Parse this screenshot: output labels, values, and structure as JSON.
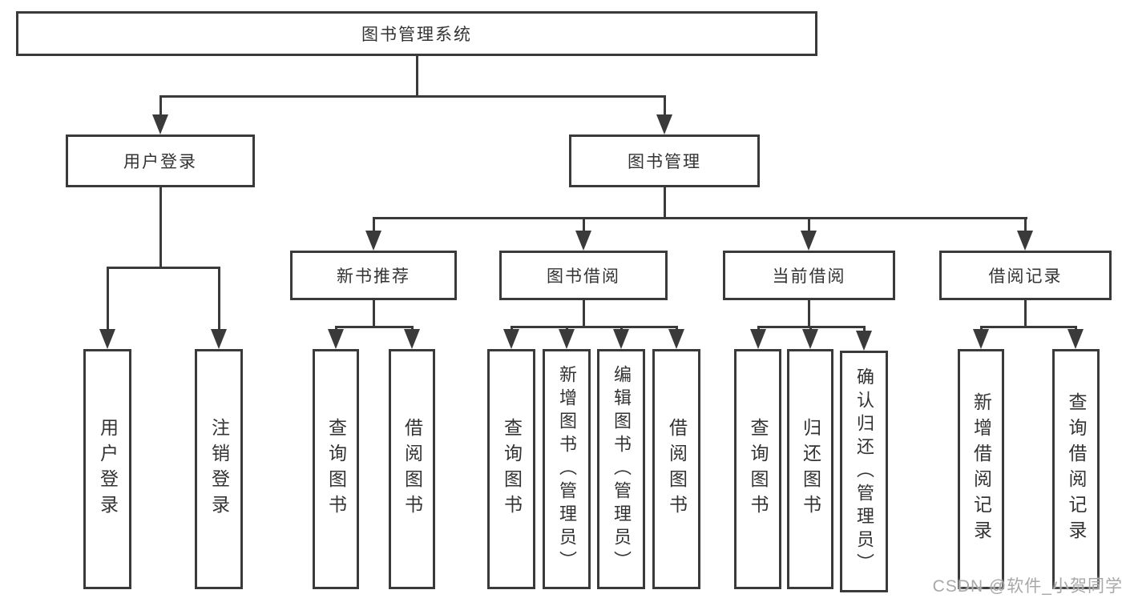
{
  "nodes": {
    "root": "图书管理系统",
    "user_login": "用户登录",
    "book_mgmt": "图书管理",
    "new_book_rec": "新书推荐",
    "book_borrow": "图书借阅",
    "current_borrow": "当前借阅",
    "borrow_records": "借阅记录",
    "leaf_user_login": "用户登录",
    "leaf_logout": "注销登录",
    "leaf_nbr_query": "查询图书",
    "leaf_nbr_borrow": "借阅图书",
    "leaf_bb_query": "查询图书",
    "leaf_bb_add": "新增图书（管理员）",
    "leaf_bb_edit": "编辑图书（管理员）",
    "leaf_bb_borrow": "借阅图书",
    "leaf_cb_query": "查询图书",
    "leaf_cb_return": "归还图书",
    "leaf_cb_confirm": "确认归还（管理员）",
    "leaf_br_add": "新增借阅记录",
    "leaf_br_query": "查询借阅记录"
  },
  "edges": [
    [
      "root",
      "user_login"
    ],
    [
      "root",
      "book_mgmt"
    ],
    [
      "user_login",
      "leaf_user_login"
    ],
    [
      "user_login",
      "leaf_logout"
    ],
    [
      "book_mgmt",
      "new_book_rec"
    ],
    [
      "book_mgmt",
      "book_borrow"
    ],
    [
      "book_mgmt",
      "current_borrow"
    ],
    [
      "book_mgmt",
      "borrow_records"
    ],
    [
      "new_book_rec",
      "leaf_nbr_query"
    ],
    [
      "new_book_rec",
      "leaf_nbr_borrow"
    ],
    [
      "book_borrow",
      "leaf_bb_query"
    ],
    [
      "book_borrow",
      "leaf_bb_add"
    ],
    [
      "book_borrow",
      "leaf_bb_edit"
    ],
    [
      "book_borrow",
      "leaf_bb_borrow"
    ],
    [
      "current_borrow",
      "leaf_cb_query"
    ],
    [
      "current_borrow",
      "leaf_cb_return"
    ],
    [
      "current_borrow",
      "leaf_cb_confirm"
    ],
    [
      "borrow_records",
      "leaf_br_add"
    ],
    [
      "borrow_records",
      "leaf_br_query"
    ]
  ],
  "watermark": "CSDN @软件_小贺同学",
  "colors": {
    "line": "#3a3a3a",
    "text": "#333333",
    "watermark": "#a8a8a8",
    "background": "#ffffff"
  }
}
